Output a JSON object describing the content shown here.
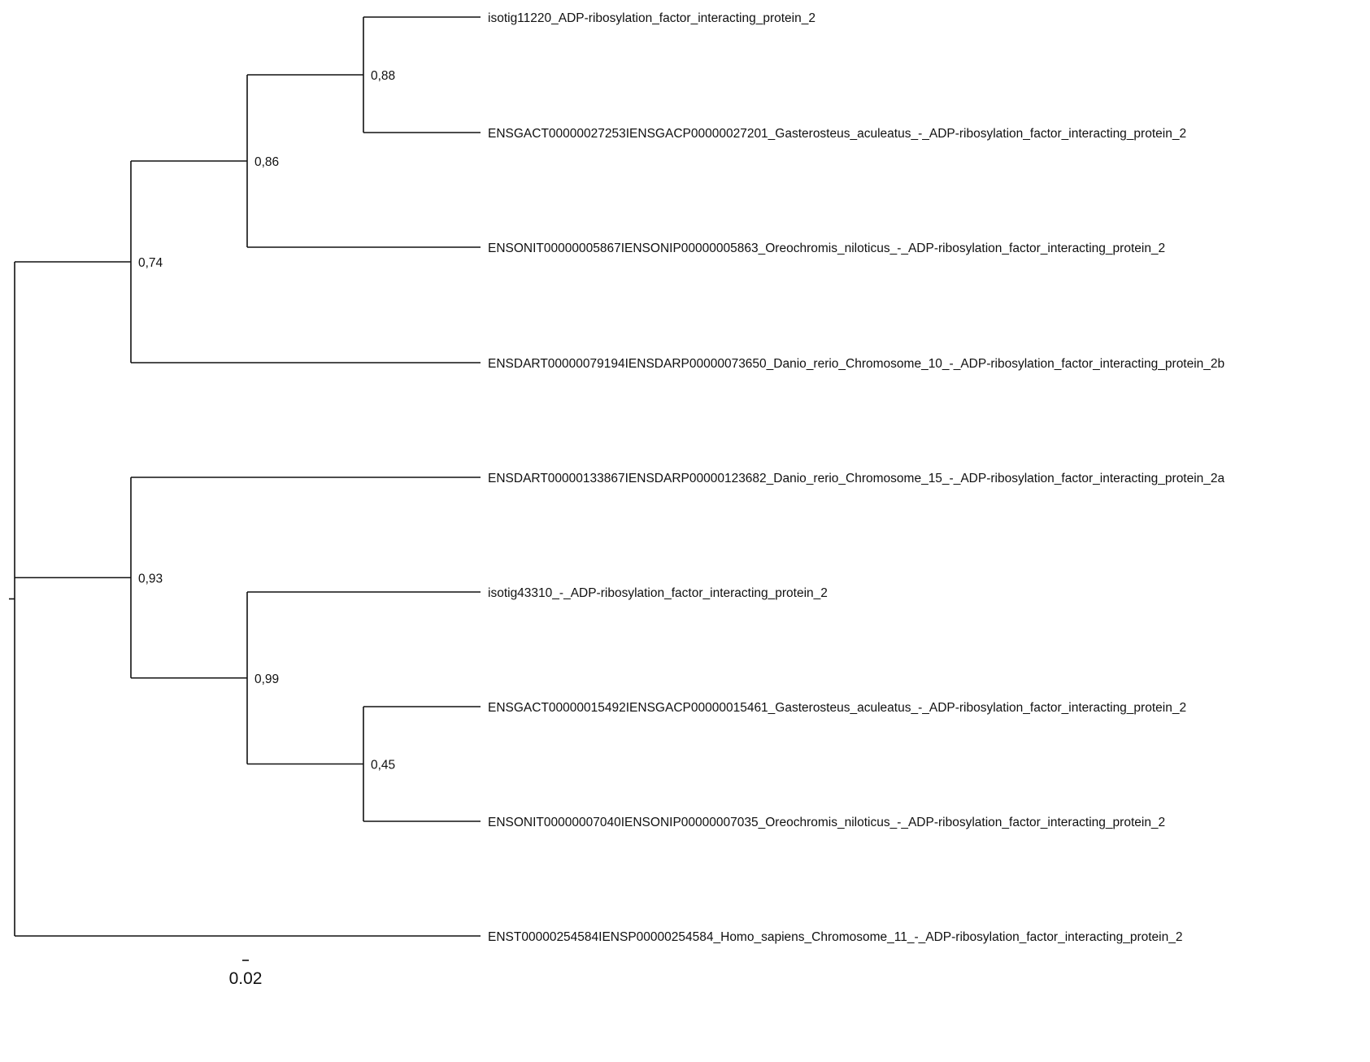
{
  "tree": {
    "root_node": "root",
    "nodes": [
      {
        "id": "root",
        "depth": 0,
        "support": ""
      },
      {
        "id": "n074",
        "depth": 1,
        "support": "0,74"
      },
      {
        "id": "n086",
        "depth": 2,
        "support": "0,86"
      },
      {
        "id": "n088",
        "depth": 3,
        "support": "0,88"
      },
      {
        "id": "n093",
        "depth": 1,
        "support": "0,93"
      },
      {
        "id": "n099",
        "depth": 2,
        "support": "0,99"
      },
      {
        "id": "n045",
        "depth": 3,
        "support": "0,45"
      }
    ],
    "leaves": [
      {
        "id": "L1",
        "label": "isotig11220_ADP-ribosylation_factor_interacting_protein_2"
      },
      {
        "id": "L2",
        "label": "ENSGACT00000027253IENSGACP00000027201_Gasterosteus_aculeatus_-_ADP-ribosylation_factor_interacting_protein_2"
      },
      {
        "id": "L3",
        "label": "ENSONIT00000005867IENSONIP00000005863_Oreochromis_niloticus_-_ADP-ribosylation_factor_interacting_protein_2"
      },
      {
        "id": "L4",
        "label": "ENSDART00000079194IENSDARP00000073650_Danio_rerio_Chromosome_10_-_ADP-ribosylation_factor_interacting_protein_2b"
      },
      {
        "id": "L5",
        "label": "ENSDART00000133867IENSDARP00000123682_Danio_rerio_Chromosome_15_-_ADP-ribosylation_factor_interacting_protein_2a"
      },
      {
        "id": "L6",
        "label": "isotig43310_-_ADP-ribosylation_factor_interacting_protein_2"
      },
      {
        "id": "L7",
        "label": "ENSGACT00000015492IENSGACP00000015461_Gasterosteus_aculeatus_-_ADP-ribosylation_factor_interacting_protein_2"
      },
      {
        "id": "L8",
        "label": "ENSONIT00000007040IENSONIP00000007035_Oreochromis_niloticus_-_ADP-ribosylation_factor_interacting_protein_2"
      },
      {
        "id": "L9",
        "label": "ENST00000254584IENSP00000254584_Homo_sapiens_Chromosome_11_-_ADP-ribosylation_factor_interacting_protein_2"
      }
    ],
    "edges": [
      [
        "root",
        "n074"
      ],
      [
        "root",
        "n093"
      ],
      [
        "root",
        "L9"
      ],
      [
        "n074",
        "n086"
      ],
      [
        "n074",
        "L4"
      ],
      [
        "n086",
        "n088"
      ],
      [
        "n086",
        "L3"
      ],
      [
        "n088",
        "L1"
      ],
      [
        "n088",
        "L2"
      ],
      [
        "n093",
        "L5"
      ],
      [
        "n093",
        "n099"
      ],
      [
        "n099",
        "L6"
      ],
      [
        "n099",
        "n045"
      ],
      [
        "n045",
        "L7"
      ],
      [
        "n045",
        "L8"
      ]
    ]
  },
  "scale_bar": {
    "label": "0.02"
  },
  "colors": {
    "line": "#111111",
    "text": "#111111",
    "background": "#ffffff"
  }
}
